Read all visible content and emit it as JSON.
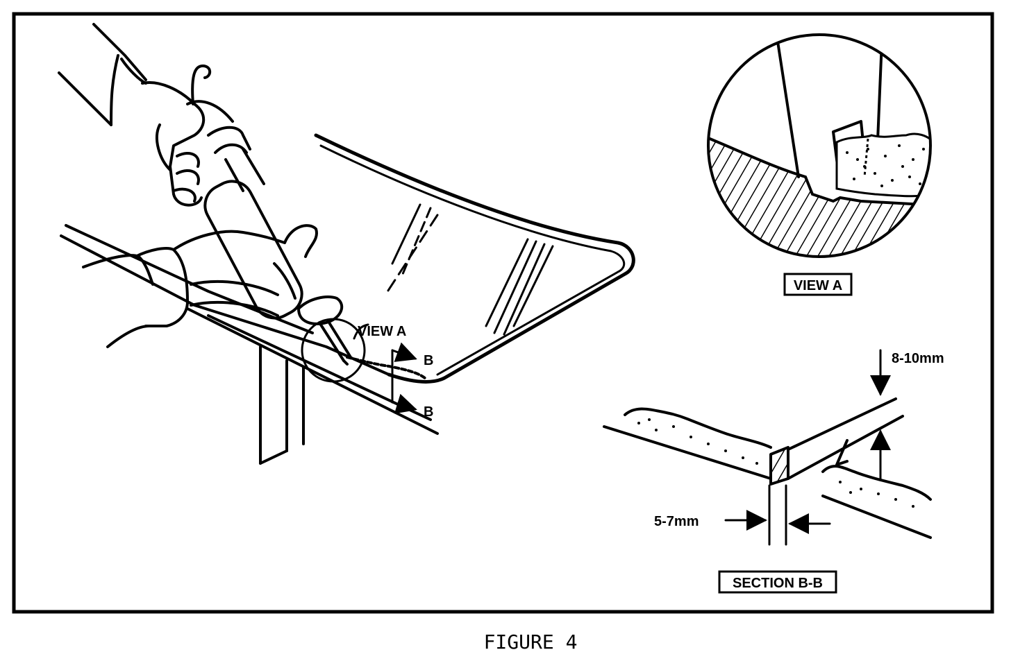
{
  "figure": {
    "caption": "FIGURE 4",
    "main_view": {
      "view_a_callout": "VIEW A",
      "section_mark_top": "B",
      "section_mark_bottom": "B"
    },
    "view_a": {
      "label": "VIEW A"
    },
    "section_bb": {
      "label": "SECTION B-B",
      "height_dimension": "8-10mm",
      "width_dimension": "5-7mm"
    }
  }
}
